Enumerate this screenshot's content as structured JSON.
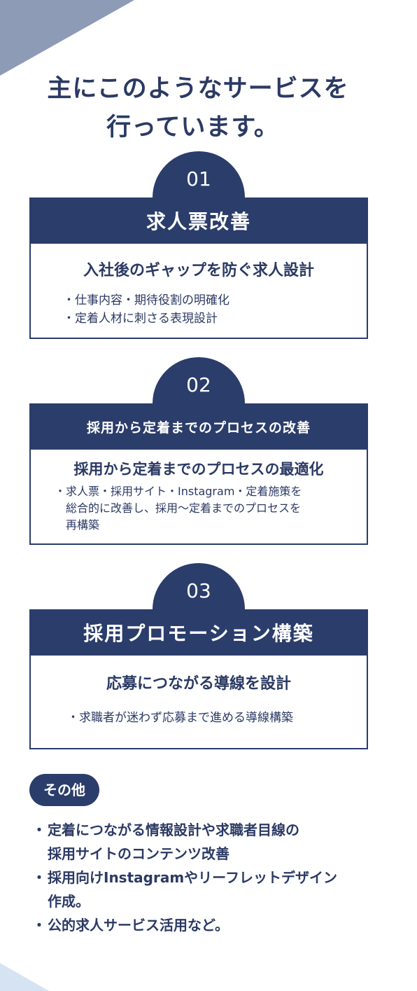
{
  "title": {
    "line1": "主にこのようなサービスを",
    "line2": "行っています。"
  },
  "services": [
    {
      "number": "01",
      "header": "求人票改善",
      "subtitle": "入社後のギャップを防ぐ求人設計",
      "bullets": [
        "・仕事内容・期待役割の明確化",
        "・定着人材に刺さる表現設計"
      ]
    },
    {
      "number": "02",
      "header": "採用から定着までのプロセスの改善",
      "subtitle": "採用から定着までのプロセスの最適化",
      "bullets": [
        "・求人票・採用サイト・Instagram・定着施策を",
        "総合的に改善し、採用〜定着までのプロセスを",
        "再構築"
      ]
    },
    {
      "number": "03",
      "header": "採用プロモーション構築",
      "subtitle": "応募につながる導線を設計",
      "bullets": [
        "・求職者が迷わず応募まで進める導線構築"
      ]
    }
  ],
  "other": {
    "badge": "その他",
    "bullet_mark": "・",
    "items": [
      {
        "line1": "定着につながる情報設計や求職者目線の",
        "line2": "採用サイトのコンテンツ改善"
      },
      {
        "line1": "採用向けInstagramやリーフレットデザイン",
        "line2": "作成。"
      },
      {
        "line1": "公的求人サービス活用など。",
        "line2": ""
      }
    ]
  },
  "colors": {
    "navy": "#2b3d6b",
    "text": "#2b3a64",
    "corner_top": "#8d9bb6",
    "corner_bottom": "#d5e3f3"
  }
}
